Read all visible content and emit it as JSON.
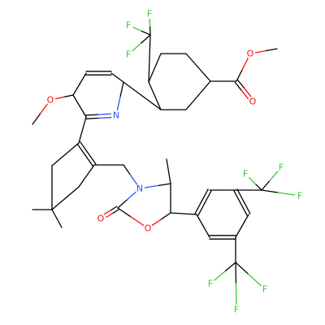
{
  "colors": {
    "bond": "#000000",
    "oxygen": "#ff0d0d",
    "nitrogen": "#3050f8",
    "fluorine": "#33cc33"
  },
  "atoms": [
    {
      "id": "F1",
      "text": "F",
      "element": "F"
    },
    {
      "id": "F2",
      "text": "F",
      "element": "F"
    },
    {
      "id": "F3",
      "text": "F",
      "element": "F"
    },
    {
      "id": "O_methoxy_pyr",
      "text": "O",
      "element": "O"
    },
    {
      "id": "N_pyr",
      "text": "N",
      "element": "N"
    },
    {
      "id": "O_ester_single",
      "text": "O",
      "element": "O"
    },
    {
      "id": "O_ester_double",
      "text": "O",
      "element": "O"
    },
    {
      "id": "F4",
      "text": "F",
      "element": "F"
    },
    {
      "id": "F5",
      "text": "F",
      "element": "F"
    },
    {
      "id": "F6",
      "text": "F",
      "element": "F"
    },
    {
      "id": "N_oxaz",
      "text": "N",
      "element": "N"
    },
    {
      "id": "O_carbonyl",
      "text": "O",
      "element": "O"
    },
    {
      "id": "O_ring",
      "text": "O",
      "element": "O"
    },
    {
      "id": "F7",
      "text": "F",
      "element": "F"
    },
    {
      "id": "F8",
      "text": "F",
      "element": "F"
    },
    {
      "id": "F9",
      "text": "F",
      "element": "F"
    }
  ]
}
